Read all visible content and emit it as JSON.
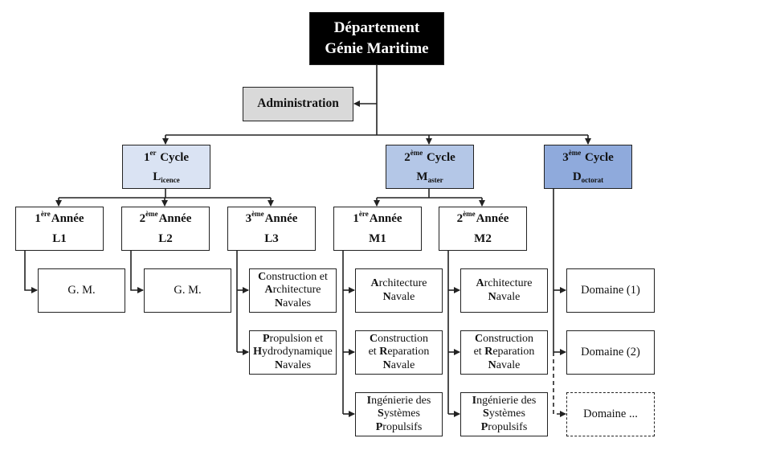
{
  "diagram": {
    "root": {
      "line1": "Département",
      "line2": "Génie Maritime"
    },
    "administration": {
      "label": "Administration"
    },
    "cycles": [
      {
        "num": "1",
        "sup": "er",
        "word": "Cycle",
        "initial": "L",
        "rest": "icence",
        "color": "#dae3f3"
      },
      {
        "num": "2",
        "sup": "ème",
        "word": "Cycle",
        "initial": "M",
        "rest": "aster",
        "color": "#b4c7e7"
      },
      {
        "num": "3",
        "sup": "ème",
        "word": "Cycle",
        "initial": "D",
        "rest": "octorat",
        "color": "#8faadc"
      }
    ],
    "years": [
      {
        "num": "1",
        "sup": "ère",
        "word": "Année",
        "code": "L1"
      },
      {
        "num": "2",
        "sup": "ème",
        "word": "Année",
        "code": "L2"
      },
      {
        "num": "3",
        "sup": "ème",
        "word": "Année",
        "code": "L3"
      },
      {
        "num": "1",
        "sup": "ère",
        "word": "Année",
        "code": "M1"
      },
      {
        "num": "2",
        "sup": "ème",
        "word": "Année",
        "code": "M2"
      }
    ],
    "l1_spec": "G. M.",
    "l2_spec": "G. M.",
    "l3_specs": [
      {
        "l1": [
          "C",
          "onstruction et"
        ],
        "l2": [
          "A",
          "rchitecture"
        ],
        "l3": [
          "N",
          "avales"
        ]
      },
      {
        "l1": [
          "P",
          "ropulsion et"
        ],
        "l2": [
          "H",
          "ydrodynamique"
        ],
        "l3": [
          "N",
          "avales"
        ]
      }
    ],
    "m_specs": [
      {
        "l1": [
          "A",
          "rchitecture"
        ],
        "l2": [
          "N",
          "avale"
        ],
        "l3": [
          "",
          ""
        ]
      },
      {
        "l1": [
          "C",
          "onstruction"
        ],
        "l2": [
          "et R",
          "eparation"
        ],
        "l3": [
          "N",
          "avale"
        ]
      },
      {
        "l1": [
          "I",
          "ngénierie des"
        ],
        "l2": [
          "S",
          "ystèmes"
        ],
        "l3": [
          "P",
          "ropulsifs"
        ]
      }
    ],
    "domains": [
      "Domaine (1)",
      "Domaine (2)",
      "Domaine ..."
    ],
    "colors": {
      "root_bg": "#000000",
      "admin_bg": "#d9d9d9",
      "line": "#222222"
    }
  }
}
